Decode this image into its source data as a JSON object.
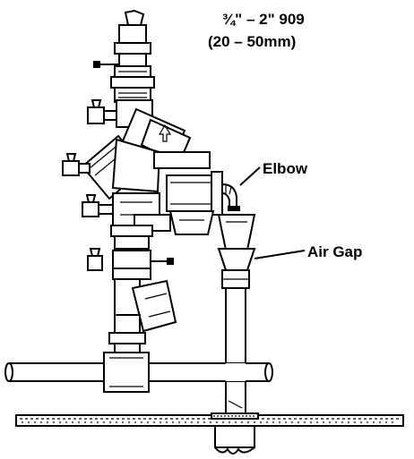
{
  "title": {
    "line1": "¾\" – 2\" 909",
    "line2": "(20 – 50mm)"
  },
  "callouts": {
    "elbow": "Elbow",
    "air_gap": "Air Gap"
  }
}
